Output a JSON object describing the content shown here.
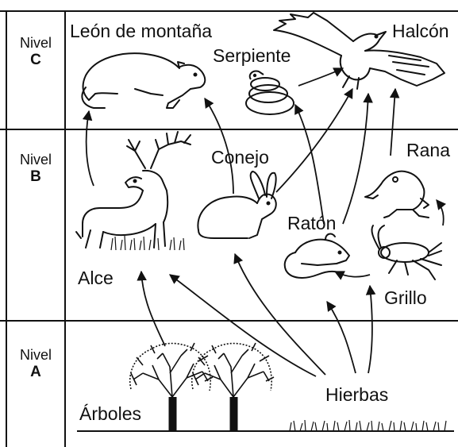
{
  "levels": [
    {
      "word": "Nivel",
      "letter": "C"
    },
    {
      "word": "Nivel",
      "letter": "B"
    },
    {
      "word": "Nivel",
      "letter": "A"
    }
  ],
  "organisms": {
    "mountain_lion": "León de montaña",
    "snake": "Serpiente",
    "hawk": "Halcón",
    "rabbit": "Conejo",
    "frog": "Rana",
    "elk": "Alce",
    "mouse": "Ratón",
    "cricket": "Grillo",
    "trees": "Árboles",
    "grasses": "Hierbas"
  },
  "food_links": [
    {
      "from": "trees",
      "to": "elk"
    },
    {
      "from": "grasses",
      "to": "elk"
    },
    {
      "from": "grasses",
      "to": "rabbit"
    },
    {
      "from": "grasses",
      "to": "mouse"
    },
    {
      "from": "grasses",
      "to": "cricket"
    },
    {
      "from": "elk",
      "to": "mountain_lion"
    },
    {
      "from": "rabbit",
      "to": "mountain_lion"
    },
    {
      "from": "rabbit",
      "to": "hawk"
    },
    {
      "from": "mouse",
      "to": "snake"
    },
    {
      "from": "mouse",
      "to": "hawk"
    },
    {
      "from": "snake",
      "to": "hawk"
    },
    {
      "from": "cricket",
      "to": "mouse"
    },
    {
      "from": "cricket",
      "to": "frog"
    },
    {
      "from": "frog",
      "to": "hawk"
    }
  ]
}
